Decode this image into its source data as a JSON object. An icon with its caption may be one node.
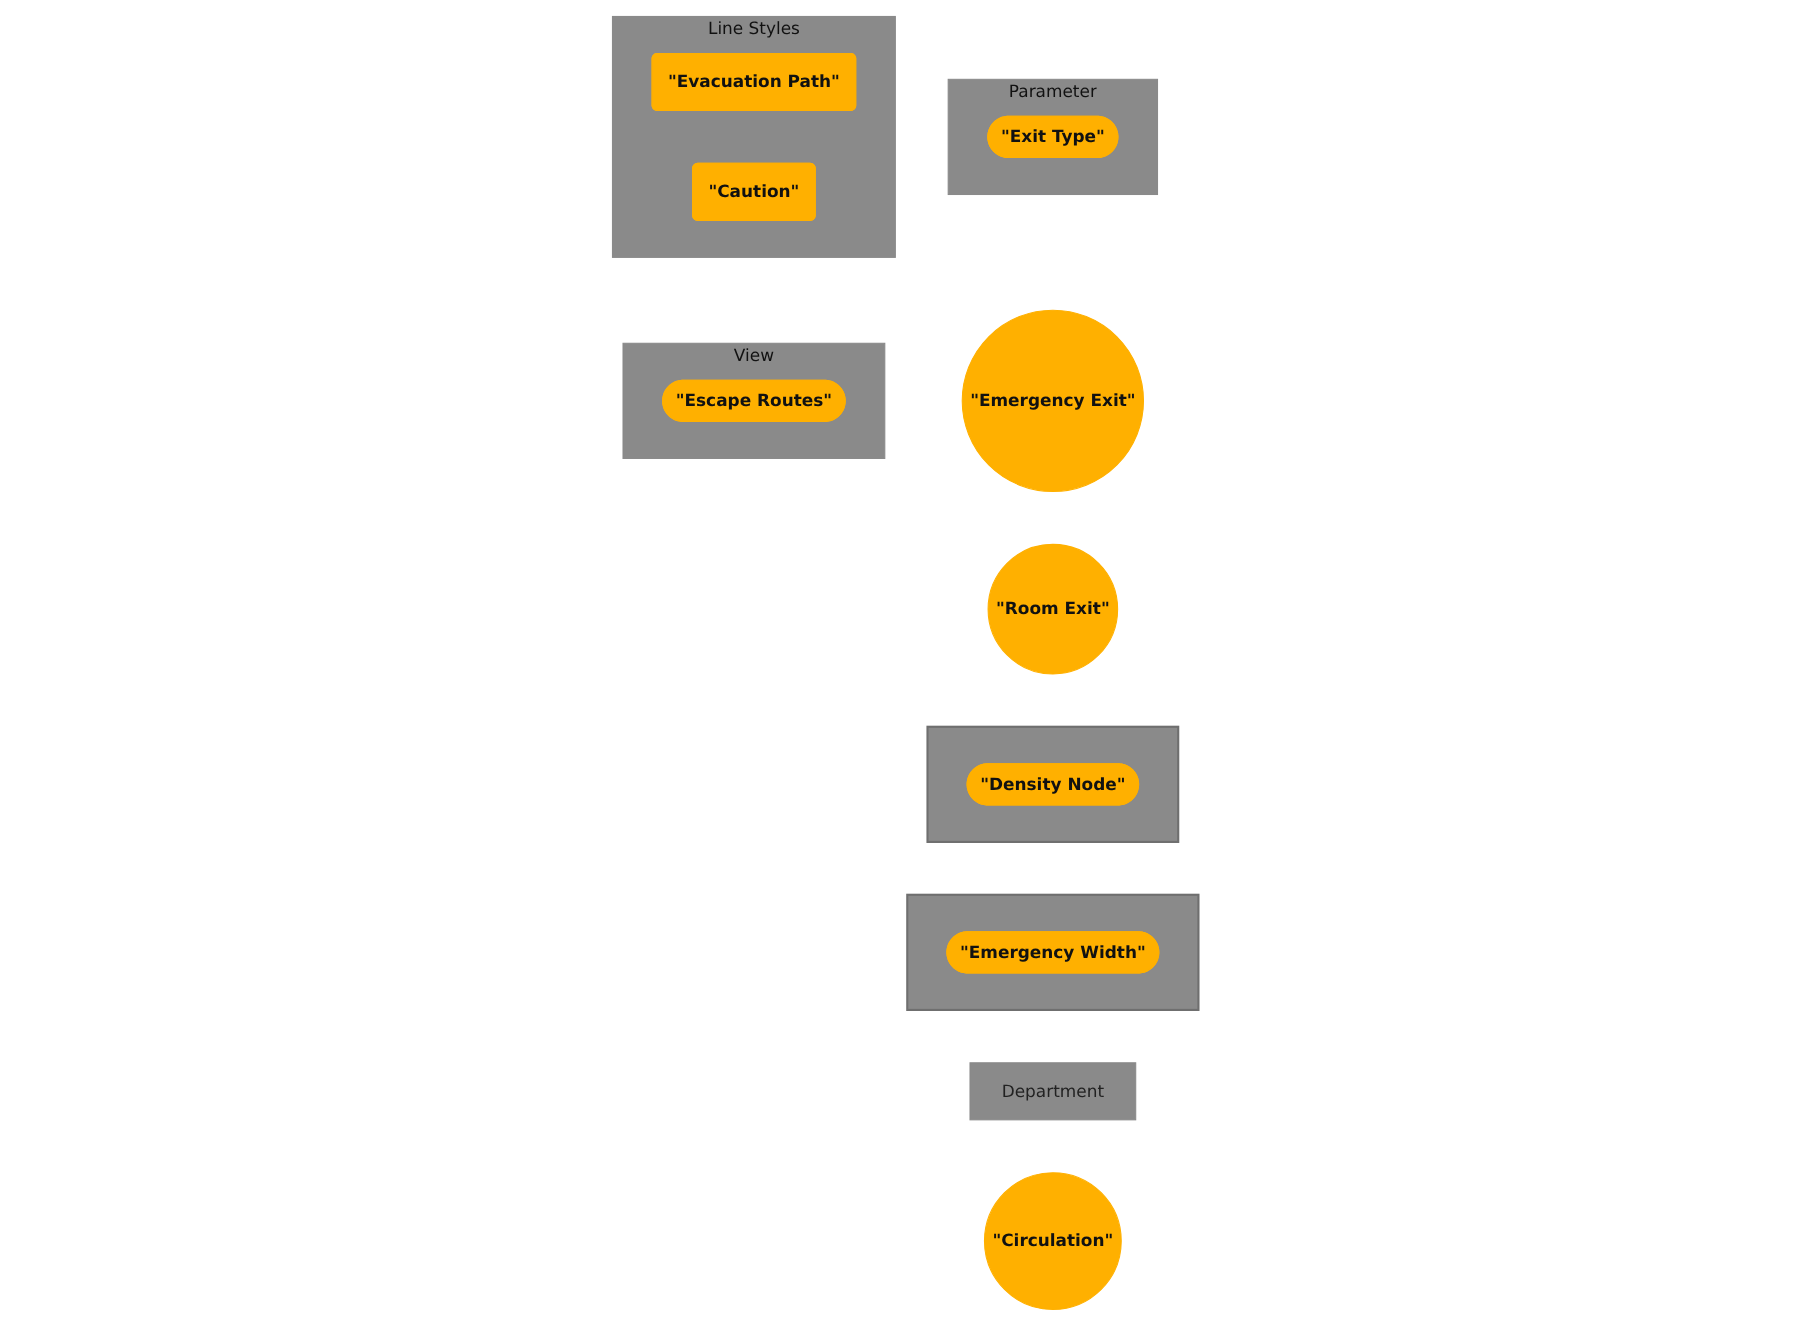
{
  "diagram": {
    "nodes": [
      {
        "text": [
          "Parameter"
        ]
      },
      {
        "text": [
          "\"Exit Type\""
        ],
        "in": 0
      },
      {
        "text": [
          "\"Emergency Exit\""
        ]
      },
      {
        "text": [
          "\"Room Exit\""
        ]
      },
      {
        "text": [],
        "shape": "box"
      },
      {
        "text": [
          "\"Density Node\""
        ],
        "in": 4
      },
      {
        "text": [],
        "shape": "box"
      },
      {
        "text": [
          "\"Emergency Width\""
        ],
        "in": 6
      },
      {
        "text": [
          "Department"
        ]
      },
      {
        "text": [
          "\"Circulation\""
        ]
      },
      {
        "text": [
          "Line Styles"
        ]
      },
      {
        "text": [
          "\"Evacuation Path\""
        ],
        "in": 10
      },
      {
        "text": [
          "\"Caution\""
        ],
        "in": 10
      },
      {
        "text": [
          "View"
        ]
      },
      {
        "text": [
          "\"Escape Routes\""
        ],
        "in": 13
      }
    ]
  }
}
